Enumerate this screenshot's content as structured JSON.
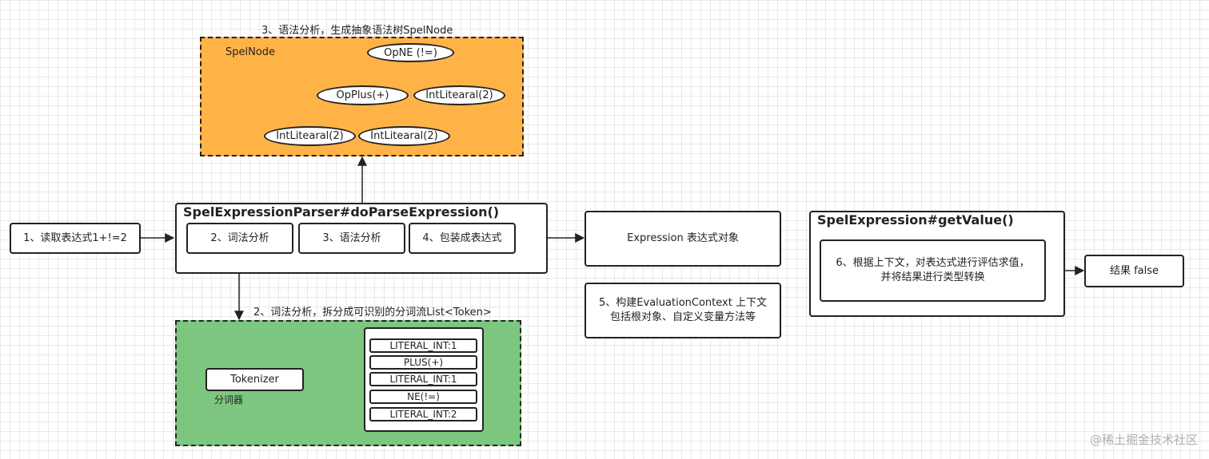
{
  "ast_caption": "3、语法分析，生成抽象语法树SpelNode",
  "spelnode_label": "SpelNode",
  "nodes": {
    "opne": "OpNE  (!=)",
    "opplus": "OpPlus(+)",
    "int_right": "IntLitearal(2)",
    "int_left1": "IntLitearal(2)",
    "int_left2": "IntLitearal(2)"
  },
  "input_box": "1、读取表达式1+!=2",
  "parser": {
    "title": "SpelExpressionParser#doParseExpression()",
    "steps": [
      "2、词法分析",
      "3、语法分析",
      "4、包装成表达式"
    ]
  },
  "expression_box": "Expression 表达式对象",
  "context_box": {
    "line1": "5、构建EvaluationContext 上下文",
    "line2": "包括根对象、自定义变量方法等"
  },
  "lexer_caption": "2、词法分析，拆分成可识别的分词流List<Token>",
  "tokenizer": {
    "label": "Tokenizer",
    "sub_label": "分词器"
  },
  "tokens": [
    "LITERAL_INT:1",
    "PLUS(+)",
    "LITERAL_INT:1",
    "NE(!=)",
    "LITERAL_INT:2"
  ],
  "getvalue": {
    "title": "SpelExpression#getValue()",
    "line1": "6、根据上下文，对表达式进行评估求值，",
    "line2": "并将结果进行类型转换"
  },
  "result_box": "结果 false",
  "watermark": "@稀土掘金技术社区",
  "colors": {
    "ast_region": "#ffb347",
    "lexer_region": "#7dc67f",
    "stroke": "#222222"
  }
}
